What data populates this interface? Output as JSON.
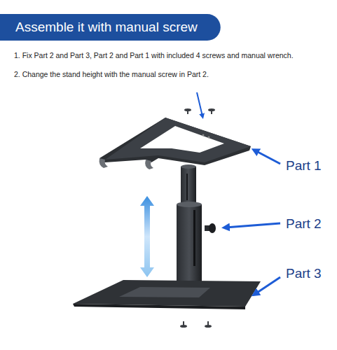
{
  "diagram": {
    "title": "Assemble it with manual screw",
    "labels": [
      "1. Fix Part 2 and Part 3, Part 2 and Part 1 with included 4 screws and manual wrench.",
      "2. Change the stand height with the manual screw in Part 2.",
      "Part 1",
      "Part 2",
      "Part 3"
    ]
  }
}
